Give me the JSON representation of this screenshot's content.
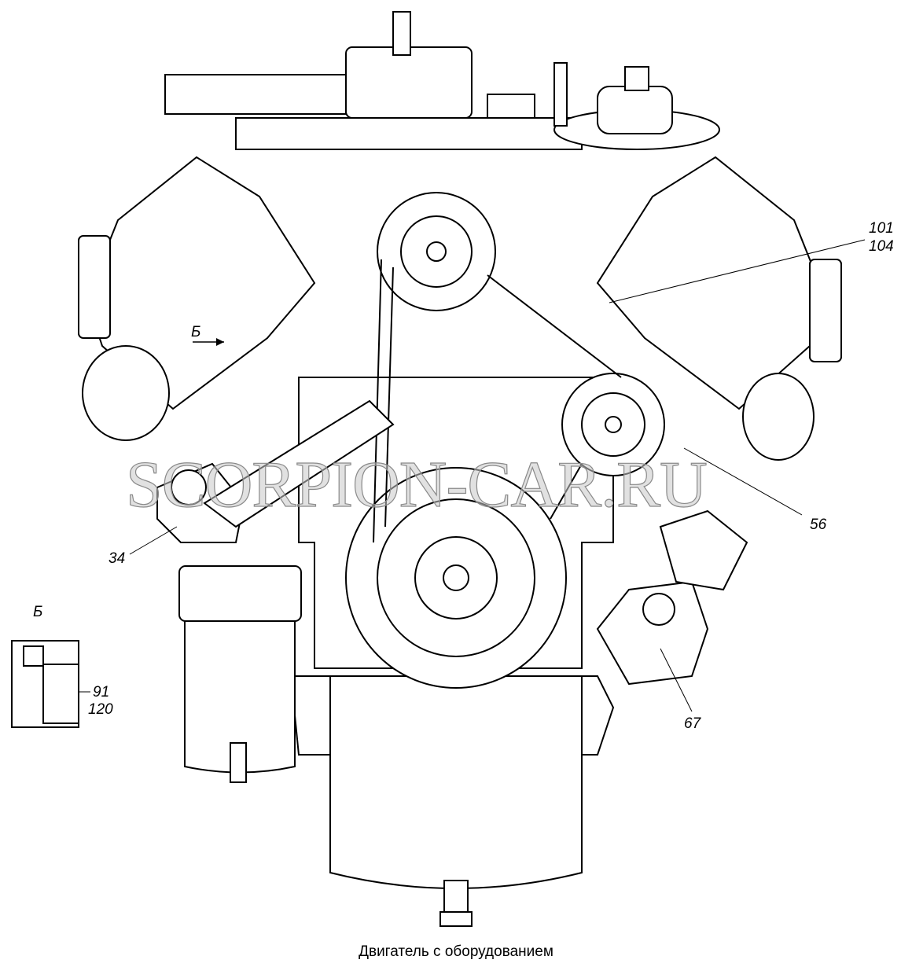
{
  "title": "Двигатель с оборудованием",
  "watermark": "SCORPION-CAR.RU",
  "callouts": {
    "c101": "101",
    "c104": "104",
    "c56": "56",
    "c34": "34",
    "c67": "67",
    "c91": "91",
    "c120": "120"
  },
  "view_marker": "Б",
  "inset_title": "Б"
}
